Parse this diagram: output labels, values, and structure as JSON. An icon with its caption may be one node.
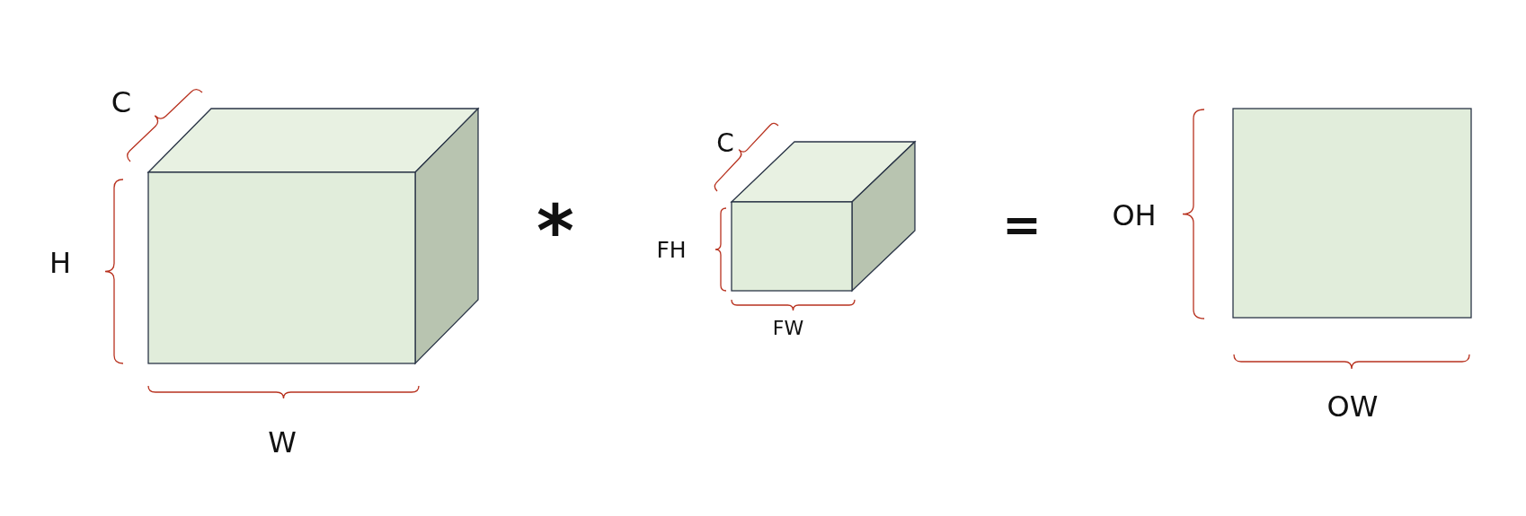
{
  "diagram": {
    "nodes": [
      {
        "text": [],
        "shape": "cuboid"
      },
      {
        "text": [],
        "shape": "cuboid"
      },
      {
        "text": [],
        "shape": "box"
      }
    ],
    "labels": [
      "C",
      "H",
      "W",
      "*",
      "C",
      "FH",
      "FW",
      "=",
      "OH",
      "OW"
    ]
  }
}
